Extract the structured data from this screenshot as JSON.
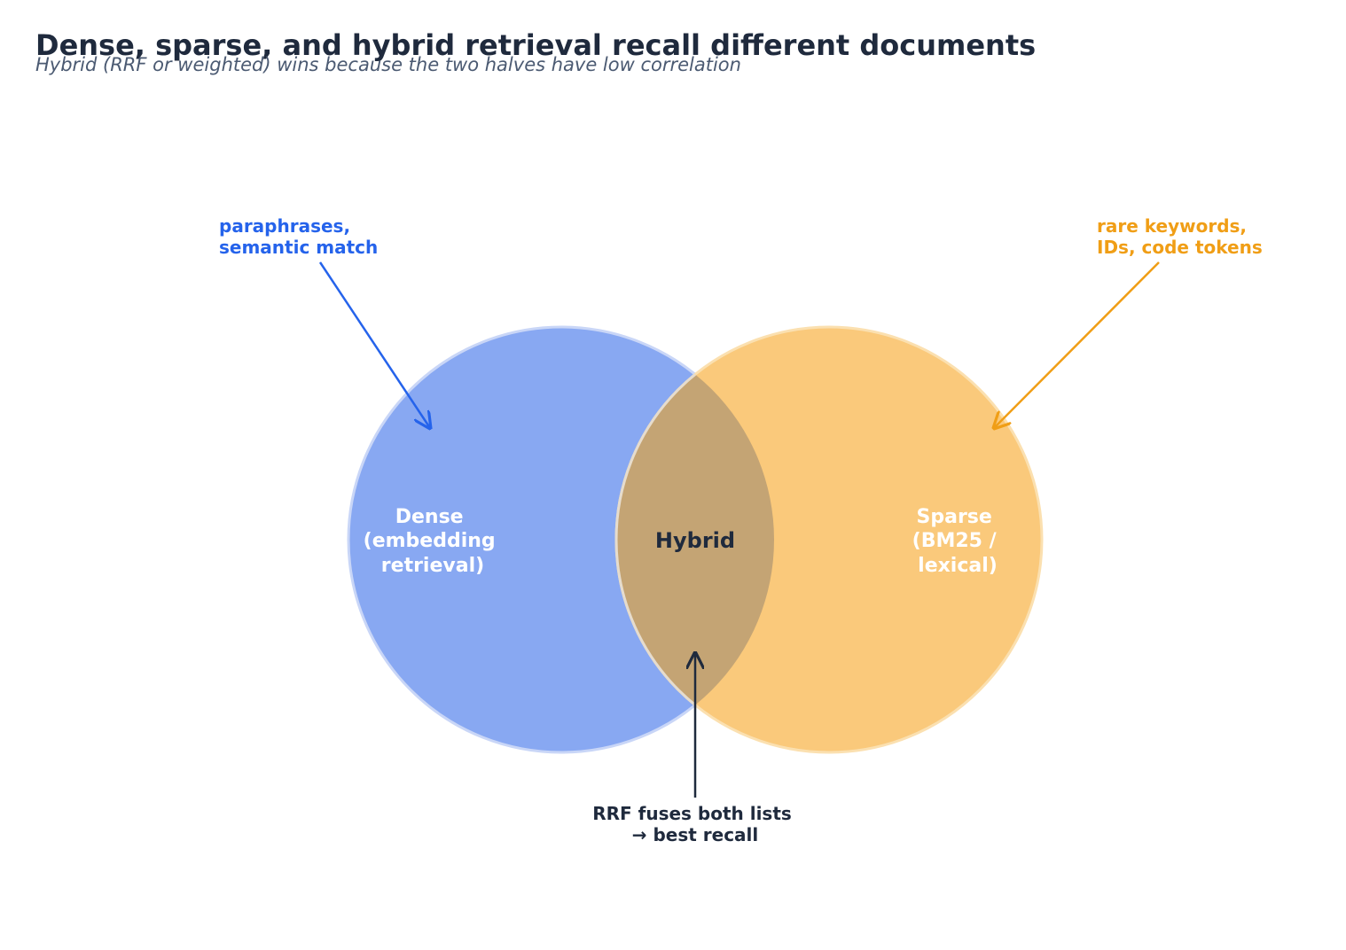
{
  "header": {
    "title": "Dense, sparse, and hybrid retrieval recall different documents",
    "subtitle": "Hybrid (RRF or weighted) wins because the two halves have low correlation"
  },
  "venn": {
    "dense": {
      "label_lines": [
        "Dense",
        "(embedding",
        "retrieval)"
      ],
      "color": "#6f95ee"
    },
    "sparse": {
      "label_lines": [
        "Sparse",
        "(BM25 /",
        "lexical)"
      ],
      "color": "#f9c06a"
    },
    "overlap": {
      "label": "Hybrid",
      "color": "#c3a373"
    }
  },
  "annotations": {
    "dense": {
      "lines": [
        "paraphrases,",
        "semantic match"
      ],
      "color": "#2563eb"
    },
    "sparse": {
      "lines": [
        "rare keywords,",
        "IDs, code tokens"
      ],
      "color": "#f09e16"
    },
    "hybrid": {
      "lines": [
        "RRF fuses both lists",
        "→ best recall"
      ],
      "color": "#1f2a3d"
    }
  }
}
